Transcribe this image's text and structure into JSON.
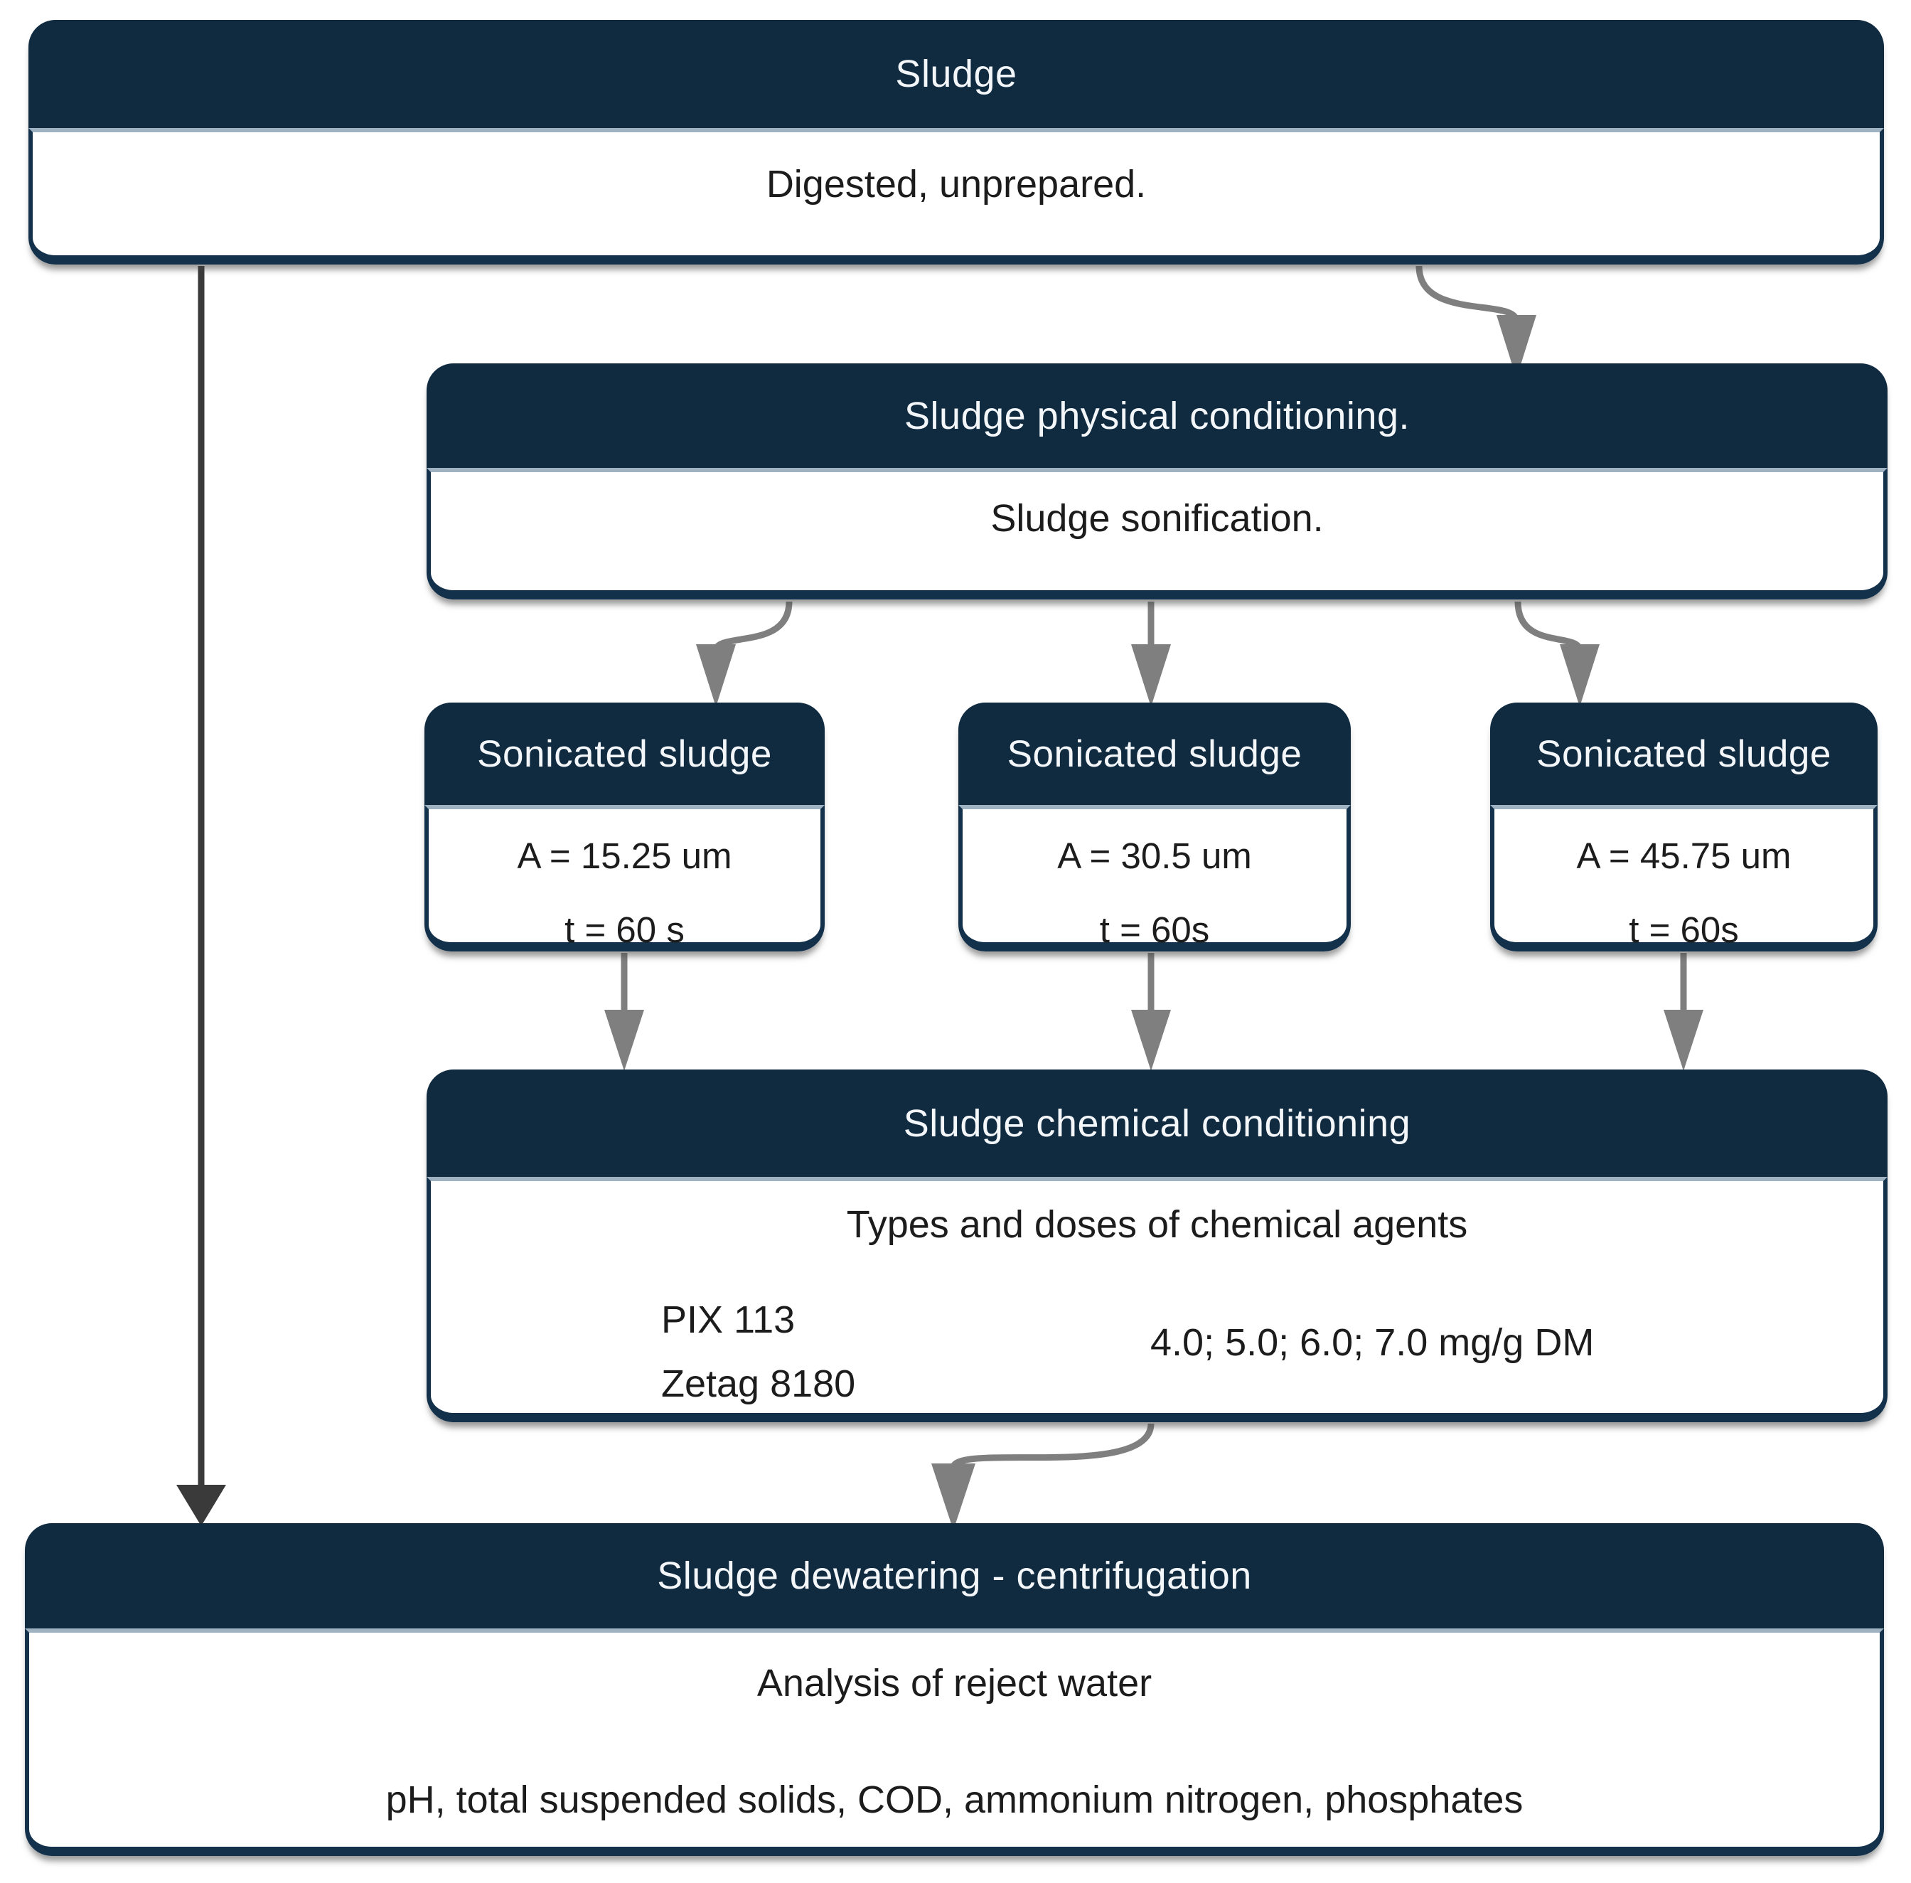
{
  "colors": {
    "page_bg": "#ffffff",
    "header_bg": "#102a40",
    "header_text": "#f4f7fa",
    "body_text": "#1c1c1c",
    "border": "#14314b",
    "separator": "#9fb2c2",
    "arrow": "#7f7f7f",
    "arrow_dark": "#3a3a3a"
  },
  "boxes": {
    "sludge": {
      "title": "Sludge",
      "body": "Digested, unprepared."
    },
    "physical": {
      "title": "Sludge physical conditioning.",
      "body": "Sludge sonification."
    },
    "sonicated": [
      {
        "title": "Sonicated sludge",
        "line1": "A = 15.25 um",
        "line2": "t = 60 s"
      },
      {
        "title": "Sonicated sludge",
        "line1": "A = 30.5 um",
        "line2": "t = 60s"
      },
      {
        "title": "Sonicated sludge",
        "line1": "A = 45.75 um",
        "line2": "t = 60s"
      }
    ],
    "chemical": {
      "title": "Sludge chemical conditioning",
      "subtitle": "Types and doses of chemical agents",
      "agents": [
        "PIX 113",
        "Zetag 8180"
      ],
      "doses": "4.0; 5.0; 6.0; 7.0 mg/g DM"
    },
    "dewatering": {
      "title": "Sludge dewatering - centrifugation",
      "line1": "Analysis of reject water",
      "line2": "pH, total suspended solids, COD, ammonium nitrogen, phosphates"
    }
  }
}
